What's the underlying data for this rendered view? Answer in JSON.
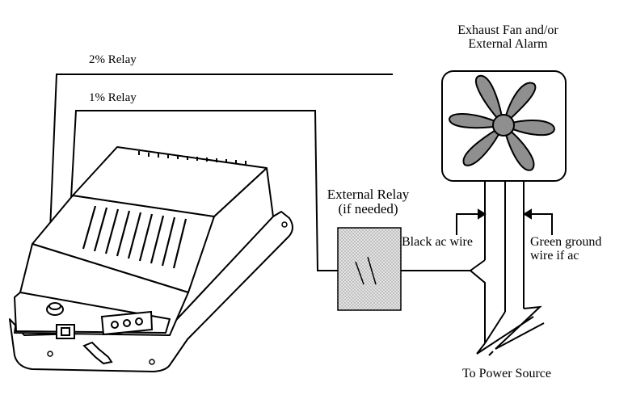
{
  "labels": {
    "relay_2pct": "2% Relay",
    "relay_1pct": "1% Relay",
    "fan_line1": "Exhaust Fan and/or",
    "fan_line2": "External Alarm",
    "ext_relay_line1": "External Relay",
    "ext_relay_line2": "(if needed)",
    "black_wire": "Black ac wire",
    "green_line1": "Green ground",
    "green_line2": "wire if ac",
    "power": "To Power Source"
  },
  "icons": {
    "controller": "gas-detector-controller",
    "fan": "exhaust-fan-icon",
    "relay": "external-relay-box"
  },
  "colors": {
    "line": "#000000",
    "fan_blade": "#8f8f8f",
    "relay_fill": "#cfcfcf"
  }
}
